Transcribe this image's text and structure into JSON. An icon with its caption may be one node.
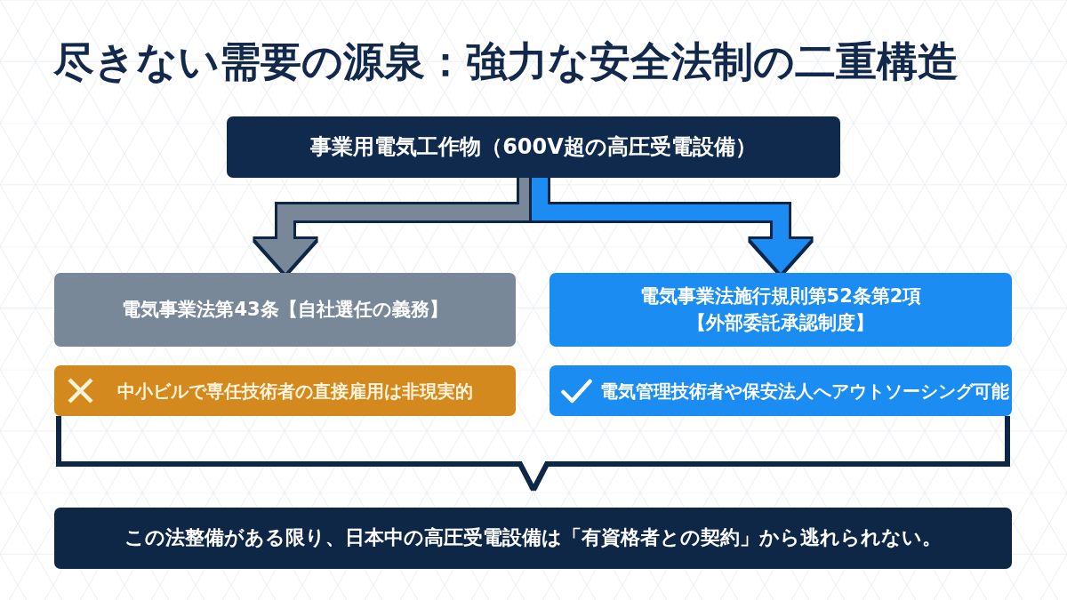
{
  "diagram": {
    "title": "尽きない需要の源泉：強力な安全法制の二重構造",
    "nodes": [
      {
        "text": [
          "事業用電気工作物（600V超の高圧受電設備）"
        ]
      },
      {
        "text": [
          "電気事業法第43条【自社選任の義務】"
        ]
      },
      {
        "text": [
          "電気事業法施行規則第52条第2項【外部委託承認制度】"
        ]
      },
      {
        "text": [
          "中小ビルで専任技術者の直接雇用は非現実的"
        ]
      },
      {
        "text": [
          "電気管理技術者や保安法人へアウトソーシング可能"
        ]
      },
      {
        "text": [
          "この法整備がある限り、日本中の高圧受電設備は「有資格者との契約」から逃れられない。"
        ]
      }
    ],
    "edges": [
      {
        "from": 0,
        "to": 1,
        "arrow": "to",
        "style": "thick",
        "color": "#788899"
      },
      {
        "from": 0,
        "to": 2,
        "arrow": "to",
        "style": "thick",
        "color": "#1a8cf2"
      },
      {
        "from": 3,
        "to": 5,
        "arrow": "to"
      },
      {
        "from": 4,
        "to": 5,
        "arrow": "to"
      }
    ]
  }
}
